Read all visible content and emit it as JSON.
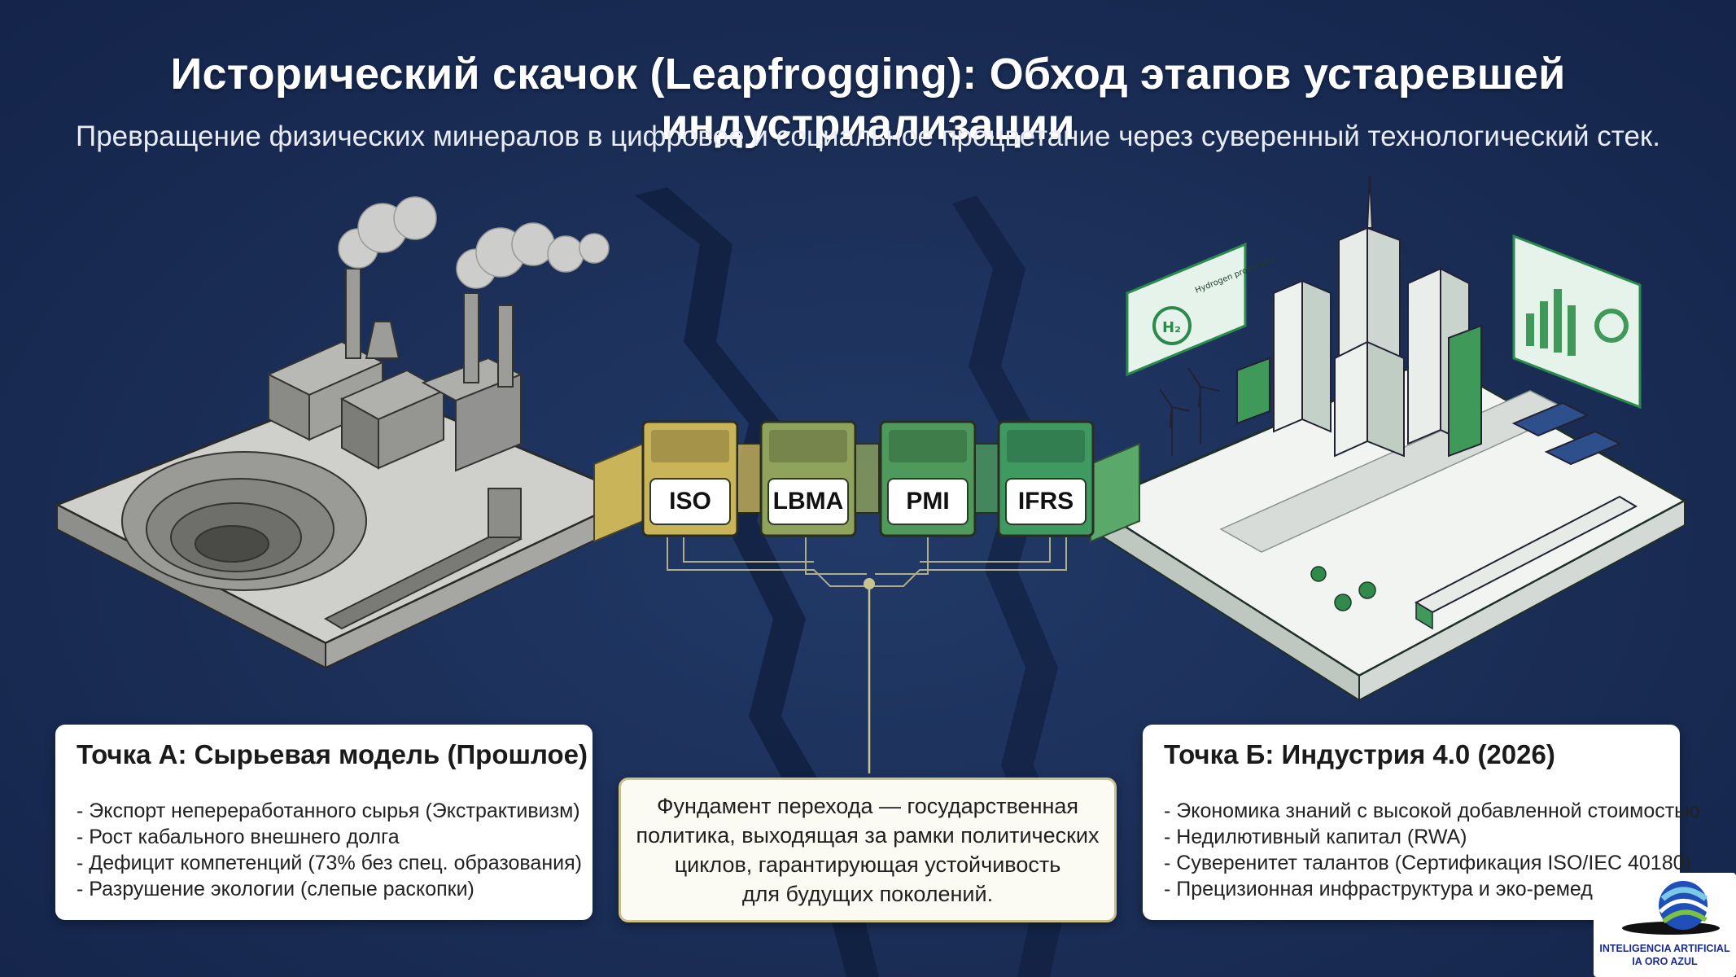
{
  "header": {
    "title": "Исторический скачок (Leapfrogging): Обход этапов устаревшей индустриализации",
    "subtitle": "Превращение физических минералов в цифровое и социальное процветание через суверенный технологический стек."
  },
  "bridge": {
    "blocks": [
      "ISO",
      "LBMA",
      "PMI",
      "IFRS"
    ],
    "block_colors": [
      "#c9b45a",
      "#8fa35c",
      "#4e9a5c",
      "#3f9a62"
    ]
  },
  "scene_labels": {
    "hydrogen_panel": "Hydrogen production",
    "h2": "H₂"
  },
  "point_a": {
    "title": "Точка А: Сырьевая модель (Прошлое)",
    "items": [
      "- Экспорт непереработанного сырья (Экстрактивизм)",
      "- Рост кабального внешнего долга",
      "- Дефицит компетенций (73% без спец. образования)",
      "- Разрушение экологии (слепые раскопки)"
    ]
  },
  "point_b": {
    "title": "Точка Б: Индустрия 4.0 (2026)",
    "items": [
      "- Экономика знаний с высокой добавленной стоимостью",
      "- Недилютивный капитал (RWA)",
      "- Суверенитет талантов (Сертификация ISO/IEC 40180)",
      "- Прецизионная инфраструктура и эко-ремедиа"
    ]
  },
  "foundation": {
    "lines": [
      "Фундамент перехода — государственная",
      "политика, выходящая за рамки политических",
      "циклов, гарантирующая устойчивость",
      "для будущих поколений."
    ]
  },
  "logo": {
    "line1": "INTELIGENCIA ARTIFICIAL",
    "line2": "IA ORO AZUL"
  },
  "colors": {
    "background": "#1b2f57",
    "accent_green": "#2e8b4e",
    "accent_gold": "#c9b45a"
  }
}
